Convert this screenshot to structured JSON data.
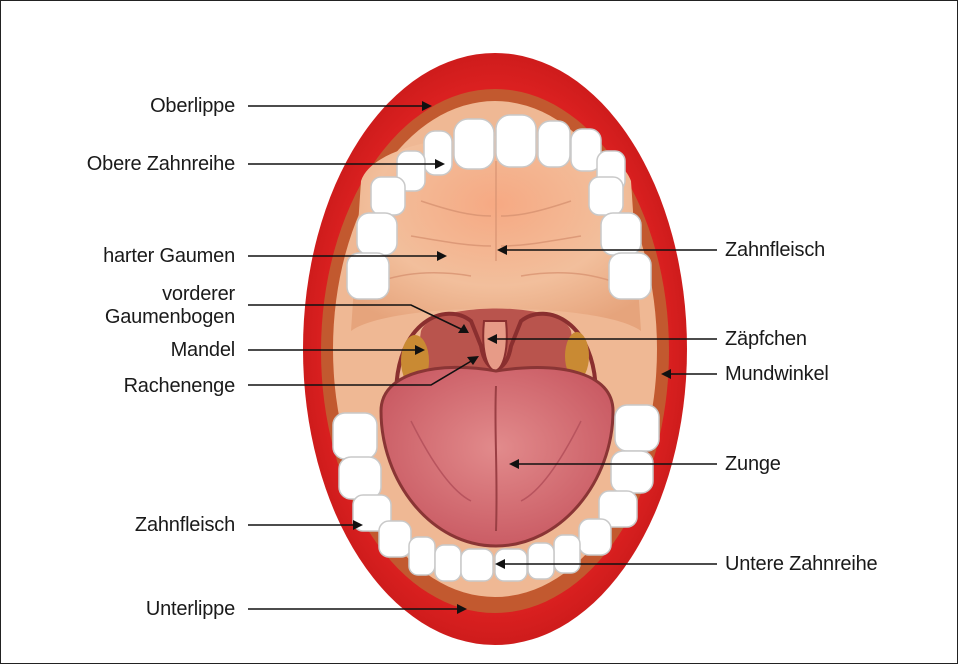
{
  "labels": {
    "oberlippe": "Oberlippe",
    "obere_zahnreihe": "Obere Zahnreihe",
    "harter_gaumen": "harter Gaumen",
    "vorderer_gaumenbogen_1": "vorderer",
    "vorderer_gaumenbogen_2": "Gaumenbogen",
    "mandel": "Mandel",
    "rachenenge": "Rachenenge",
    "zahnfleisch_left": "Zahnfleisch",
    "unterlippe": "Unterlippe",
    "zahnfleisch_right": "Zahnfleisch",
    "zaepfchen": "Zäpfchen",
    "mundwinkel": "Mundwinkel",
    "zunge": "Zunge",
    "untere_zahnreihe": "Untere Zahnreihe"
  },
  "colors": {
    "lip": "#d81f1f",
    "palate": "#f3b48e",
    "tongue": "#d9767a",
    "teeth": "#ffffff",
    "throat": "#b84a47",
    "tonsil": "#c98a33"
  }
}
